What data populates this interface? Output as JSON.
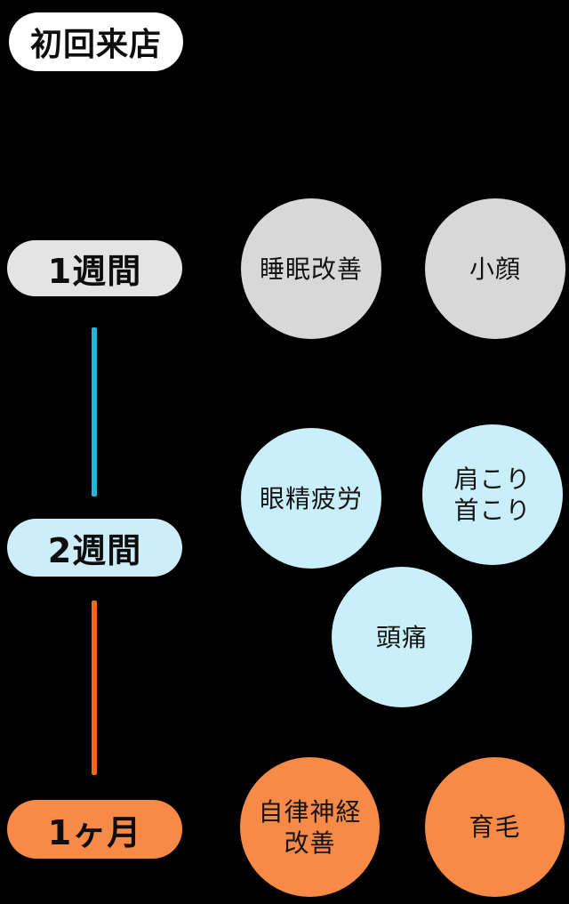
{
  "diagram": {
    "title": "初回来店",
    "background_color": "#000000",
    "title_pill_color": "#ffffff",
    "stages": [
      {
        "label": "1週間",
        "pill_color": "#e4e4e4",
        "circle_color": "#d8d8d8",
        "connector_from_previous": null,
        "effects": [
          {
            "label": "睡眠改善"
          },
          {
            "label": "小顔"
          }
        ]
      },
      {
        "label": "2週間",
        "pill_color": "#cdeef9",
        "circle_color": "#c9f0fa",
        "connector_from_previous": "#29b5d8",
        "effects": [
          {
            "label": "眼精疲労"
          },
          {
            "label": "肩こり\n首こり"
          },
          {
            "label": "頭痛"
          }
        ]
      },
      {
        "label": "1ヶ月",
        "pill_color": "#f88a47",
        "circle_color": "#f88a47",
        "connector_from_previous": "#f2691c",
        "effects": [
          {
            "label": "自律神経\n改善"
          },
          {
            "label": "育毛"
          }
        ]
      }
    ]
  }
}
